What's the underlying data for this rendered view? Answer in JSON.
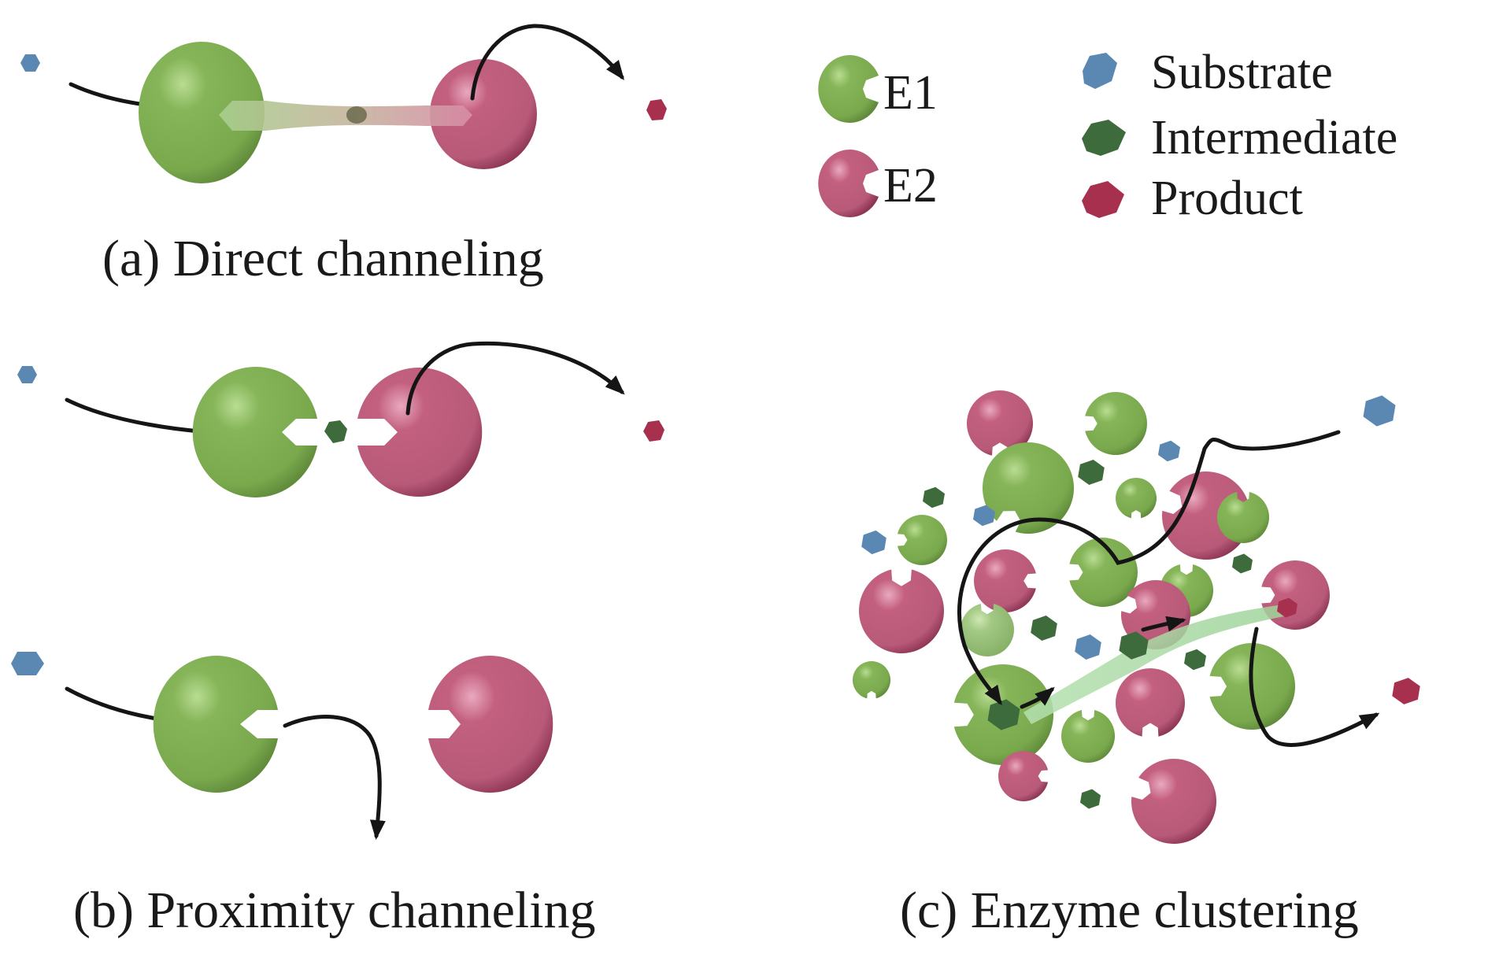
{
  "figure": {
    "captions": {
      "a": "(a) Direct channeling",
      "b": "(b) Proximity channeling",
      "c": "(c) Enzyme clustering"
    },
    "legend": {
      "enzymes": [
        {
          "key": "E1",
          "label": "E1",
          "color": "#7fae52"
        },
        {
          "key": "E2",
          "label": "E2",
          "color": "#bd5c7c"
        }
      ],
      "molecules": [
        {
          "key": "substrate",
          "label": "Substrate",
          "color": "#5b87b3"
        },
        {
          "key": "intermediate",
          "label": "Intermediate",
          "color": "#3d6b3c"
        },
        {
          "key": "product",
          "label": "Product",
          "color": "#a8304f"
        }
      ]
    },
    "colors": {
      "enzyme_e1": "#7fae52",
      "enzyme_e1_light": "#9ccb70",
      "enzyme_e1_dark": "#5d8a38",
      "enzyme_e2": "#bd5c7c",
      "enzyme_e2_light": "#df8aa6",
      "enzyme_e2_dark": "#8e3855",
      "substrate": "#5b87b3",
      "intermediate": "#3d6b3c",
      "product": "#a8304f",
      "channel": "#a8d8a4",
      "arrow": "#151515"
    },
    "panels": [
      {
        "id": "a",
        "name": "direct-channeling",
        "description": "E1 and E2 linked by a tunnel; intermediate passes directly from E1 to E2"
      },
      {
        "id": "b",
        "name": "proximity-channeling",
        "description": "E1 and E2 adjacent (intermediate transferred) vs. separated (intermediate diffuses away)"
      },
      {
        "id": "c",
        "name": "enzyme-clustering",
        "description": "Many E1/E2 enzymes clustered; intermediate hops between enzymes"
      }
    ]
  }
}
